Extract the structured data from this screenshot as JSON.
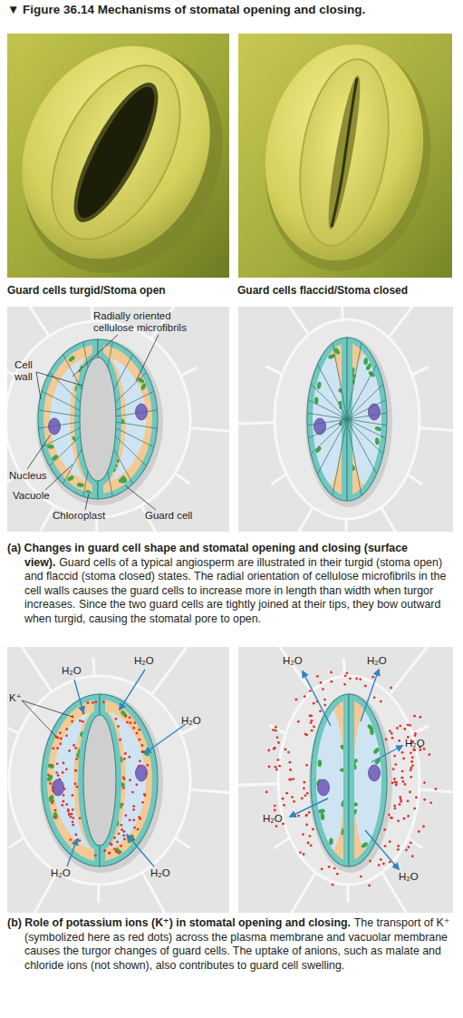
{
  "diagram": {
    "title": "▼ Figure 36.14 Mechanisms of stomatal opening and closing.",
    "labels": [
      "Guard cells turgid/Stoma open",
      "Guard cells flaccid/Stoma closed",
      "Radially oriented cellulose microfibrils",
      "Cell wall",
      "Nucleus",
      "Vacuole",
      "Chloroplast",
      "Guard cell",
      "(a) Changes in guard cell shape and stomatal opening and closing (surface view).",
      "Guard cells of a typical angiosperm are illustrated in their turgid (stoma open) and flaccid (stoma closed) states. The radial orientation of cellulose microfibrils in the cell walls causes the guard cells to increase more in length than width when turgor increases. Since the two guard cells are tightly joined at their tips, they bow outward when turgid, causing the stomatal pore to open.",
      "H₂O",
      "H₂O",
      "K⁺",
      "H₂O",
      "H₂O",
      "H₂O",
      "H₂O",
      "H₂O",
      "H₂O",
      "H₂O",
      "H₂O",
      "(b) Role of potassium ions (K⁺) in stomatal opening and closing.",
      "The transport of K⁺ (symbolized here as red dots) across the plasma membrane and vacuolar membrane causes the turgor changes of guard cells. The uptake of anions, such as malate and chloride ions (not shown), also contributes to guard cell swelling."
    ]
  }
}
